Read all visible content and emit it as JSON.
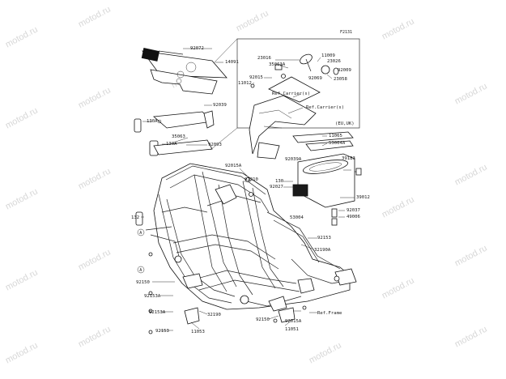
{
  "diagram": {
    "figure_code": "F2131",
    "watermark": "motod.ru",
    "callouts": [
      "92072",
      "14091",
      "92039",
      "130A",
      "35063",
      "130A",
      "92093",
      "130",
      "92027",
      "39012",
      "92037",
      "49006",
      "53004",
      "132",
      "92015A",
      "92210",
      "92039A",
      "92153",
      "32190A",
      "92150",
      "92153A",
      "92153A",
      "32190",
      "92153",
      "11053",
      "92150",
      "92015A",
      "Ref.Frame",
      "11051",
      "39183",
      "11065",
      "53004A",
      "23016",
      "35063A",
      "11009",
      "23026",
      "92009",
      "92015",
      "11012",
      "92069",
      "23058",
      "Ref.Carrier(s)",
      "Ref.Carrier(s)",
      "(EU,UK)",
      "A",
      "A"
    ]
  }
}
